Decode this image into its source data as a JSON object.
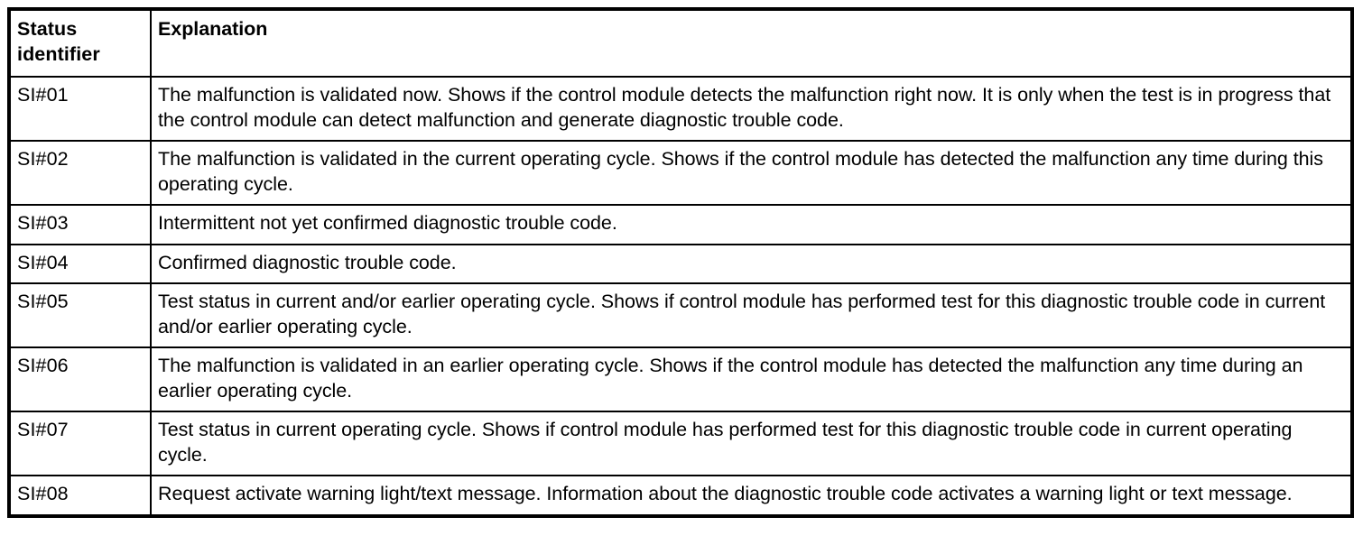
{
  "table": {
    "columns": [
      {
        "key": "status_identifier",
        "label": "Status\nidentifier"
      },
      {
        "key": "explanation",
        "label": "Explanation"
      }
    ],
    "headers": {
      "status_identifier": "Status identifier",
      "status_identifier_line1": "Status",
      "status_identifier_line2": "identifier",
      "explanation": "Explanation"
    },
    "rows": [
      {
        "status_identifier": "SI#01",
        "explanation": "The malfunction is validated now. Shows if the control module detects the malfunction right now. It is only when the test is in progress that the control module can detect malfunction and generate diagnostic trouble code."
      },
      {
        "status_identifier": "SI#02",
        "explanation": "The malfunction is validated in the current operating cycle. Shows if the control module has detected the malfunction any time during this operating cycle."
      },
      {
        "status_identifier": "SI#03",
        "explanation": "Intermittent not yet confirmed diagnostic trouble code."
      },
      {
        "status_identifier": "SI#04",
        "explanation": "Confirmed diagnostic trouble code."
      },
      {
        "status_identifier": "SI#05",
        "explanation": "Test status in current and/or earlier operating cycle. Shows if control module has performed test for this diagnostic trouble code in current and/or earlier operating cycle."
      },
      {
        "status_identifier": "SI#06",
        "explanation": "The malfunction is validated in an earlier operating cycle. Shows if the control module has detected the malfunction any time during an earlier operating cycle."
      },
      {
        "status_identifier": "SI#07",
        "explanation": "Test status in current operating cycle. Shows if control module has performed test for this diagnostic trouble code in current operating cycle."
      },
      {
        "status_identifier": "SI#08",
        "explanation": "Request activate warning light/text message. Information about the diagnostic trouble code activates a warning light or text message."
      }
    ]
  },
  "colors": {
    "border": "#000000",
    "background": "#ffffff",
    "text": "#000000"
  }
}
